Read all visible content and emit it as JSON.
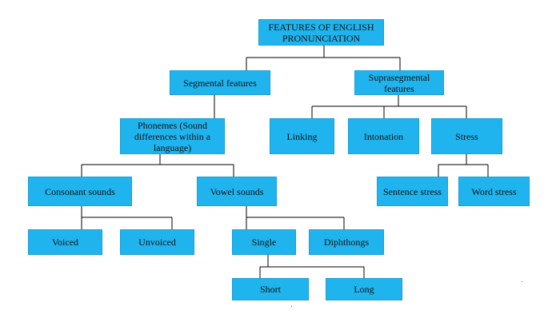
{
  "diagram": {
    "root": "FEATURES OF ENGLISH PRONUNCIATION",
    "segmental": "Segmental features",
    "suprasegmental": "Suprasegmental features",
    "phonemes": "Phonemes (Sound differences within a language)",
    "linking": "Linking",
    "intonation": "Intonation",
    "stress": "Stress",
    "consonant": "Consonant sounds",
    "vowel": "Vowel sounds",
    "sentence_stress": "Sentence stress",
    "word_stress": "Word stress",
    "voiced": "Voiced",
    "unvoiced": "Unvoiced",
    "single": "Single",
    "diphthongs": "Diphthongs",
    "short": "Short",
    "long": "Long"
  },
  "colors": {
    "box_fill": "#1fb4ee",
    "connector": "#000000"
  }
}
